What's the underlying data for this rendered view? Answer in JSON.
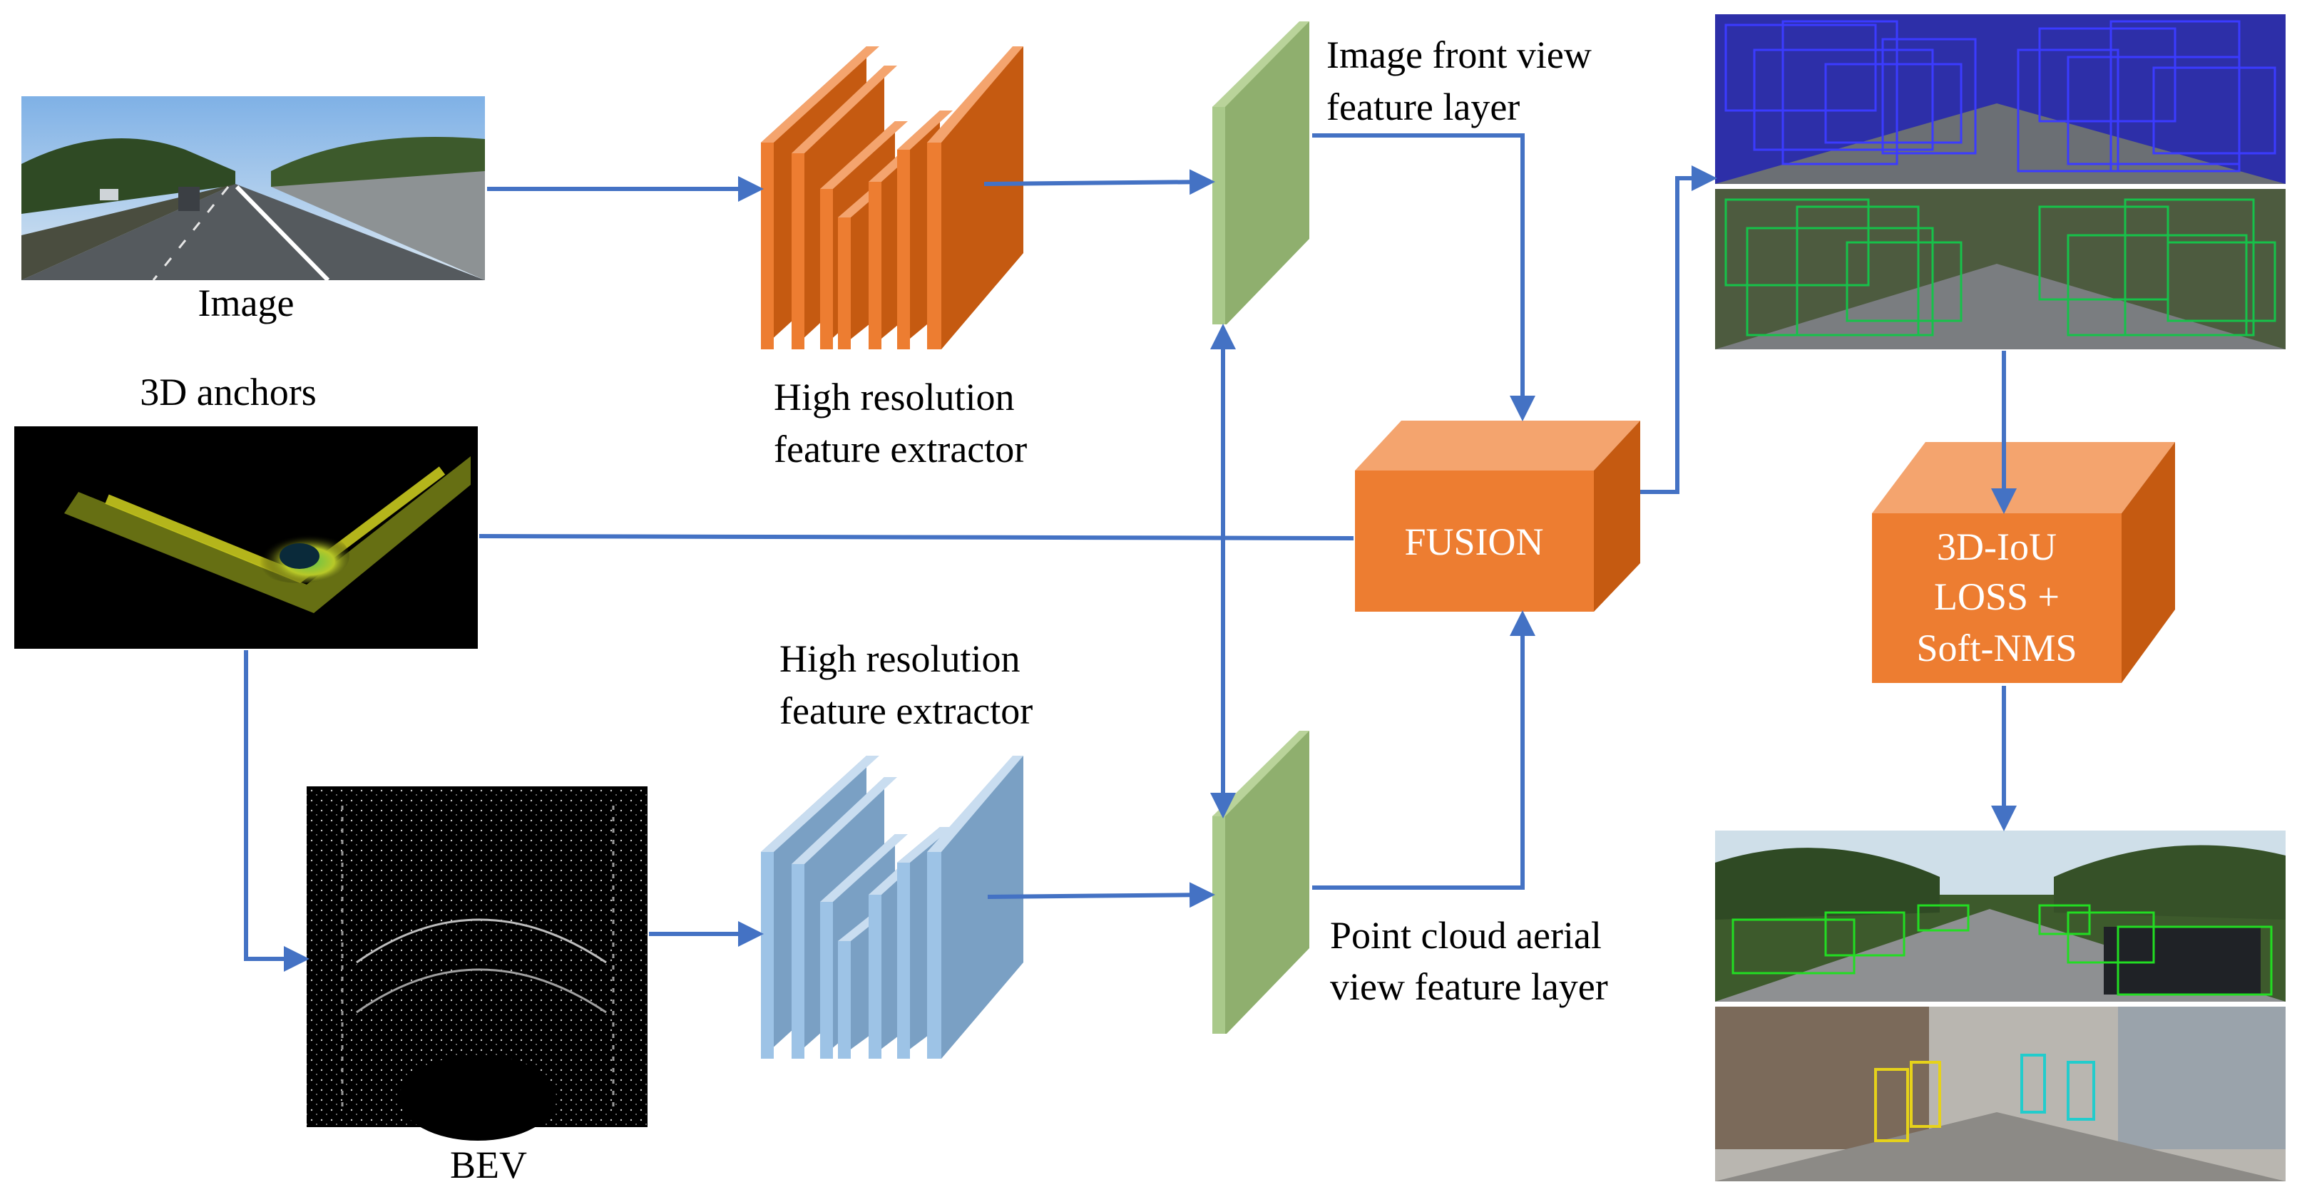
{
  "labels": {
    "image": "Image",
    "anchors": "3D anchors",
    "bev": "BEV",
    "extractor_top_1": "High resolution",
    "extractor_top_2": "feature extractor",
    "extractor_bottom_1": "High resolution",
    "extractor_bottom_2": "feature extractor",
    "front_view_1": "Image front view",
    "front_view_2": "feature layer",
    "aerial_view_1": "Point cloud aerial",
    "aerial_view_2": "view feature layer",
    "fusion": "FUSION",
    "loss_1": "3D-IoU",
    "loss_2": "LOSS +",
    "loss_3": "Soft-NMS"
  },
  "colors": {
    "arrow": "#4472c4",
    "orange_front": "#ed7d31",
    "orange_top": "#f4a46e",
    "orange_side": "#c55a11",
    "blue_front": "#9dc3e6",
    "blue_side": "#7aa0c4",
    "green_front": "#8faf6e",
    "green_top": "#b9d39a",
    "proposal_boxes": "#1f1fff",
    "anchor_boxes": "#16b34a",
    "detect_car": "#22dd22",
    "detect_ped": "#e6d21a",
    "detect_cyc": "#22cccc"
  }
}
